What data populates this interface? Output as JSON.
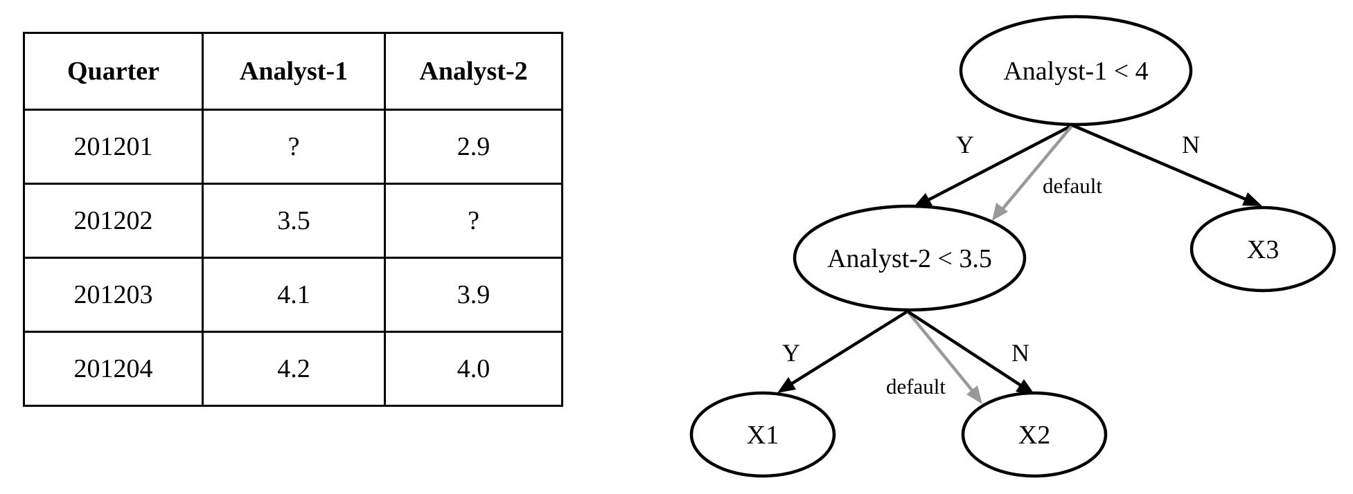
{
  "table": {
    "headers": [
      "Quarter",
      "Analyst-1",
      "Analyst-2"
    ],
    "rows": [
      [
        "201201",
        "?",
        "2.9"
      ],
      [
        "201202",
        "3.5",
        "?"
      ],
      [
        "201203",
        "4.1",
        "3.9"
      ],
      [
        "201204",
        "4.2",
        "4.0"
      ]
    ]
  },
  "tree": {
    "nodes": {
      "root": "Analyst-1 < 4",
      "split2": "Analyst-2 < 3.5",
      "x1": "X1",
      "x2": "X2",
      "x3": "X3"
    },
    "edge_labels": {
      "root_yes": "Y",
      "root_no": "N",
      "root_default": "default",
      "split2_yes": "Y",
      "split2_no": "N",
      "split2_default": "default"
    },
    "colors": {
      "edge": "#000000",
      "default_edge": "#999999"
    }
  }
}
